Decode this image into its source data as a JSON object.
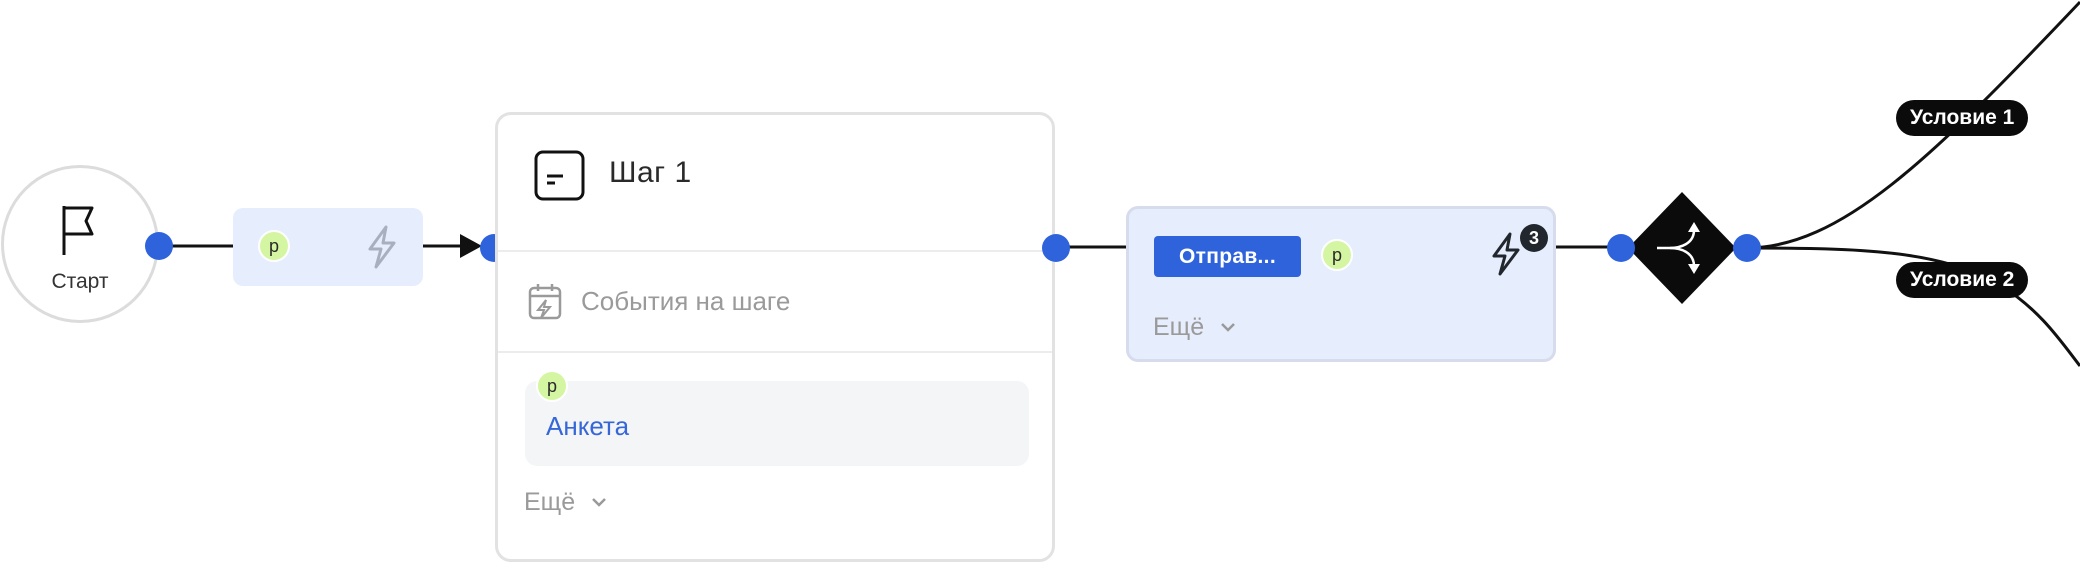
{
  "start": {
    "label": "Старт",
    "icon": "flag-icon"
  },
  "trigger_chip": {
    "badge": "p",
    "icon": "lightning-icon"
  },
  "step": {
    "title": "Шаг 1",
    "title_icon": "step-icon",
    "events_label": "События на шаге",
    "events_icon": "calendar-lightning-icon",
    "form": {
      "badge": "p",
      "label": "Анкета"
    },
    "more_label": "Ещё"
  },
  "action": {
    "button_label": "Отправ...",
    "badge": "p",
    "icon": "lightning-icon",
    "event_count": "3",
    "more_label": "Ещё"
  },
  "split": {
    "icon": "split-arrows-icon"
  },
  "conditions": [
    {
      "label": "Условие 1"
    },
    {
      "label": "Условие 2"
    }
  ],
  "colors": {
    "port": "#2f63dc",
    "node_fill": "#e6edfc",
    "badge_green": "#d4f6a2",
    "link_blue": "#3567d8",
    "split_node": "#0b0b0b"
  }
}
